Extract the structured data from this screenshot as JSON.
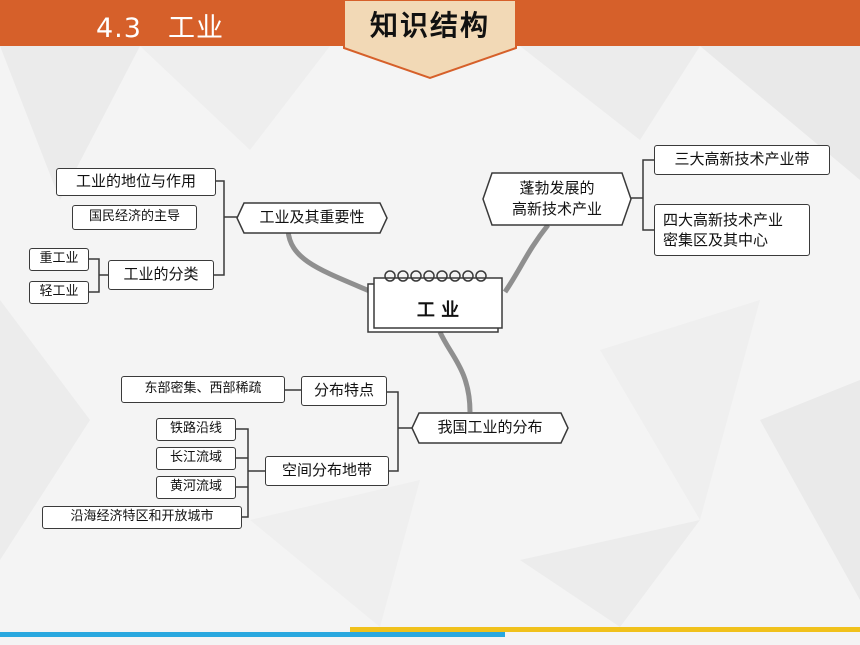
{
  "header": {
    "section_number": "4.3",
    "section_title": "工业",
    "badge": "知识结构"
  },
  "center": {
    "label": "工 业"
  },
  "branches": {
    "importance": {
      "label": "工业及其重要性",
      "role": "工业的地位与作用",
      "role_note": "国民经济的主导",
      "classification": "工业的分类",
      "heavy": "重工业",
      "light": "轻工业"
    },
    "hightech": {
      "label_line1": "蓬勃发展的",
      "label_line2": "高新技术产业",
      "belts": "三大高新技术产业带",
      "zones_line1": "四大高新技术产业",
      "zones_line2": "密集区及其中心"
    },
    "distribution": {
      "label": "我国工业的分布",
      "feature": "分布特点",
      "feature_detail": "东部密集、西部稀疏",
      "zone": "空间分布地带",
      "zones": [
        "铁路沿线",
        "长江流域",
        "黄河流域",
        "沿海经济特区和开放城市"
      ]
    }
  },
  "colors": {
    "header": "#d6602a",
    "line": "#3a3a3a",
    "branch": "#8f8f8f"
  }
}
